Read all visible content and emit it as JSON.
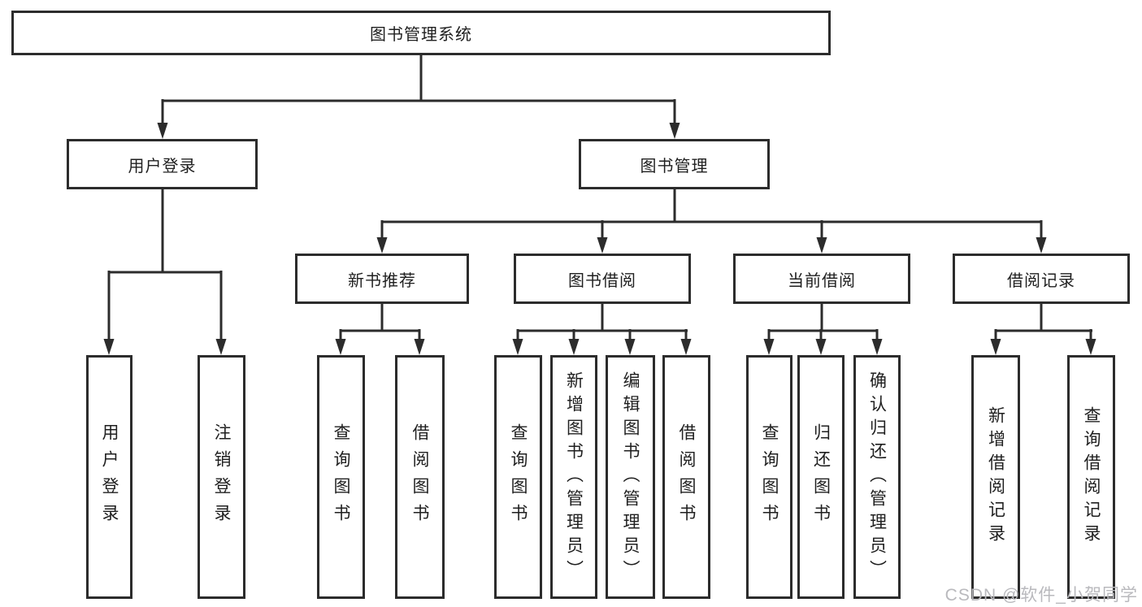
{
  "tree": {
    "label": "图书管理系统",
    "children": [
      {
        "label": "用户登录",
        "children": [
          {
            "label": "用户登录"
          },
          {
            "label": "注销登录"
          }
        ]
      },
      {
        "label": "图书管理",
        "children": [
          {
            "label": "新书推荐",
            "children": [
              {
                "label": "查询图书"
              },
              {
                "label": "借阅图书"
              }
            ]
          },
          {
            "label": "图书借阅",
            "children": [
              {
                "label": "查询图书"
              },
              {
                "label": "新增图书（管理员）"
              },
              {
                "label": "编辑图书（管理员）"
              },
              {
                "label": "借阅图书"
              }
            ]
          },
          {
            "label": "当前借阅",
            "children": [
              {
                "label": "查询图书"
              },
              {
                "label": "归还图书"
              },
              {
                "label": "确认归还（管理员）"
              }
            ]
          },
          {
            "label": "借阅记录",
            "children": [
              {
                "label": "新增借阅记录"
              },
              {
                "label": "查询借阅记录"
              }
            ]
          }
        ]
      }
    ]
  },
  "watermark": {
    "text": "CSDN @软件_小贺同学",
    "color": "#b9b9bd"
  },
  "colors": {
    "line": "#2c2c2c",
    "box_border": "#2c2c2c",
    "text": "#1f1f1f",
    "background": "#ffffff"
  }
}
